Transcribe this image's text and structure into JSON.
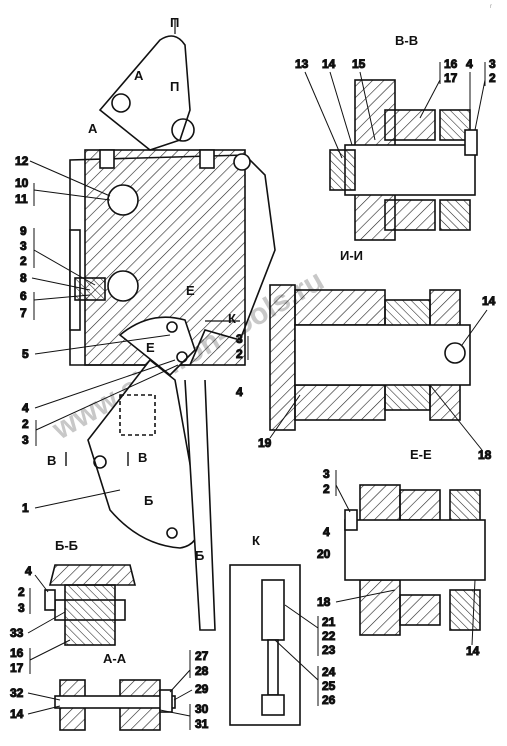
{
  "watermark": "www.sinhron-tools.ru",
  "corner_mark": "r",
  "sections": {
    "vv": "В-В",
    "ii": "И-И",
    "ee": "Е-Е",
    "bb": "Б-Б",
    "aa": "А-А",
    "k": "К"
  },
  "cut_marks": {
    "p_top": "П",
    "p_bottom": "П",
    "a_upper": "А",
    "a_lower": "А",
    "e_upper": "Е",
    "e_lower": "Е",
    "k_arrow": "К",
    "v_left": "В",
    "v_right": "В",
    "b_upper": "Б",
    "b_lower": "Б"
  },
  "callouts": {
    "main": [
      "12",
      "10",
      "11",
      "9",
      "3",
      "2",
      "8",
      "6",
      "7",
      "5",
      "4",
      "2",
      "3",
      "1",
      "3",
      "2",
      "4"
    ],
    "vv": [
      "13",
      "14",
      "15",
      "16",
      "17",
      "4",
      "3",
      "2"
    ],
    "ii": [
      "14",
      "19",
      "18"
    ],
    "ee": [
      "3",
      "2",
      "4",
      "20",
      "18",
      "14"
    ],
    "bb": [
      "4",
      "2",
      "3",
      "33",
      "16",
      "17"
    ],
    "aa": [
      "32",
      "14",
      "27",
      "28",
      "29",
      "30",
      "31"
    ],
    "k": [
      "21",
      "22",
      "23",
      "24",
      "25",
      "26"
    ]
  }
}
